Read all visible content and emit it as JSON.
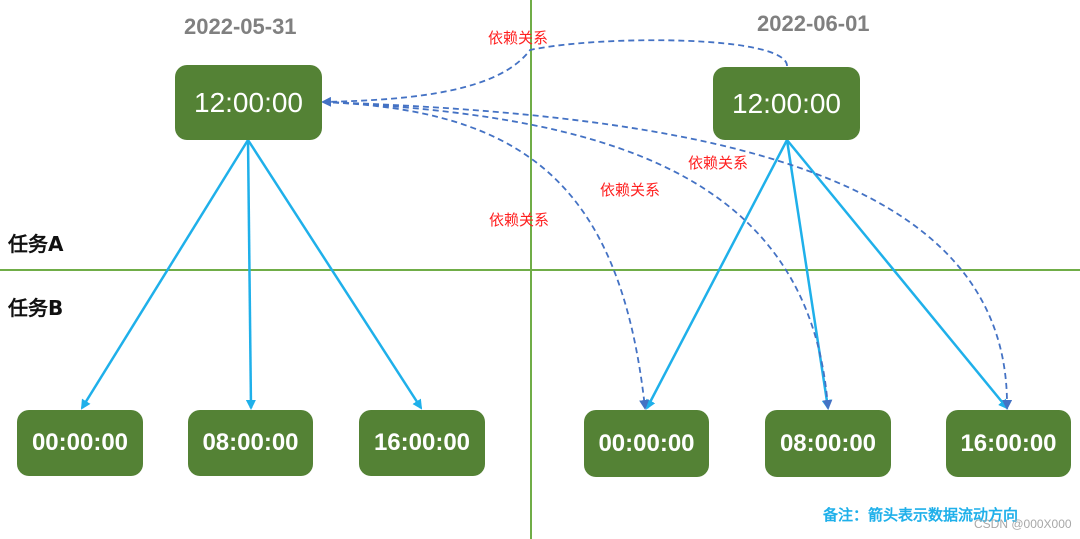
{
  "dates": {
    "left": "2022-05-31",
    "right": "2022-06-01"
  },
  "lanes": {
    "a": "任务A",
    "b": "任务B"
  },
  "task_a": {
    "left": "12:00:00",
    "right": "12:00:00"
  },
  "task_b": {
    "left": [
      "00:00:00",
      "08:00:00",
      "16:00:00"
    ],
    "right": [
      "00:00:00",
      "08:00:00",
      "16:00:00"
    ]
  },
  "dependency_label": "依赖关系",
  "note": "备注：箭头表示数据流动方向",
  "watermark": "CSDN @000X000",
  "colors": {
    "node": "#548235",
    "data_arrow": "#1fb0ea",
    "dependency_arrow": "#4472c4",
    "divider": "#70ad47",
    "dependency_text": "#ff2020"
  }
}
